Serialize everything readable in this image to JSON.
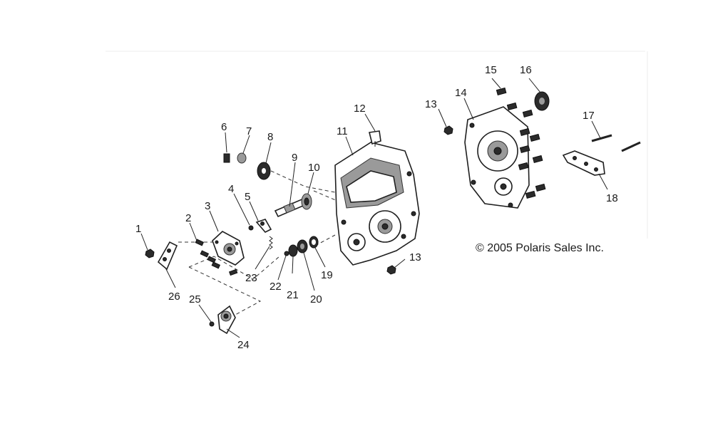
{
  "copyright": "© 2005 Polaris Sales Inc.",
  "callouts": [
    "1",
    "2",
    "3",
    "4",
    "5",
    "6",
    "7",
    "8",
    "9",
    "10",
    "11",
    "12",
    "13",
    "13",
    "14",
    "15",
    "16",
    "17",
    "18",
    "19",
    "20",
    "21",
    "22",
    "23",
    "24",
    "25",
    "26"
  ]
}
